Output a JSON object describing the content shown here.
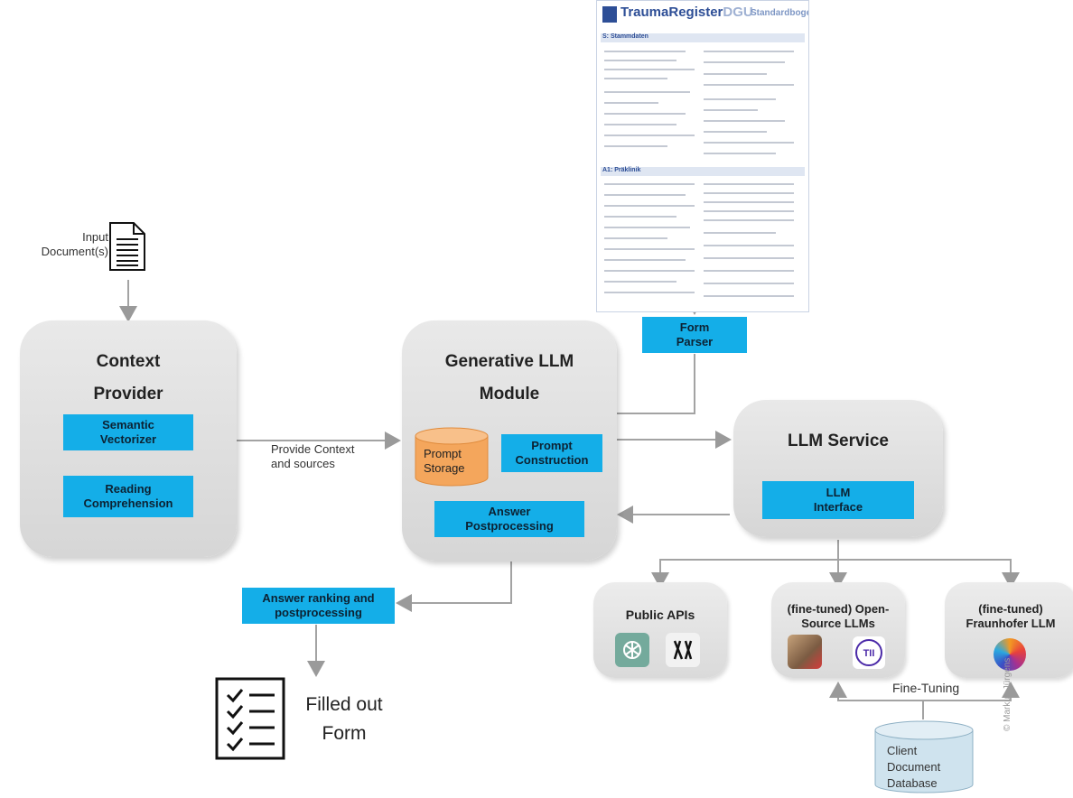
{
  "input": {
    "label": "Input Document(s)"
  },
  "form_image": {
    "brand": "TraumaRegister",
    "brand_suffix": "DGU",
    "subtitle": "Standardbogen",
    "section1": "S: Stammdaten",
    "section2": "A1: Präklinik"
  },
  "form_parser": {
    "label": "Form Parser"
  },
  "context_provider": {
    "title": "Context Provider",
    "semantic_vectorizer": "Semantic Vectorizer",
    "reading_comprehension": "Reading Comprehension"
  },
  "provide_context": {
    "label": "Provide Context and sources"
  },
  "llm_module": {
    "title": "Generative LLM Module",
    "prompt_storage": "Prompt Storage",
    "prompt_construction": "Prompt Construction",
    "answer_postprocessing": "Answer Postprocessing"
  },
  "llm_service": {
    "title": "LLM Service",
    "llm_interface": "LLM Interface"
  },
  "public_apis": {
    "title": "Public APIs"
  },
  "open_source": {
    "title": "(fine-tuned) Open-Source LLMs"
  },
  "fraunhofer": {
    "title": "(fine-tuned) Fraunhofer LLM"
  },
  "answer_ranking": {
    "label": "Answer ranking and postprocessing"
  },
  "output": {
    "label": "Filled out Form"
  },
  "fine_tuning": {
    "label": "Fine-Tuning"
  },
  "client_db": {
    "label": "Client Document Database"
  },
  "credit": {
    "label": "© Markus Jürgens"
  },
  "colors": {
    "blue": "#14aee8",
    "orange": "#f4a65c",
    "arrow": "#9a9a9a",
    "module": "#dcdcdc",
    "db": "#cfe3ee"
  }
}
